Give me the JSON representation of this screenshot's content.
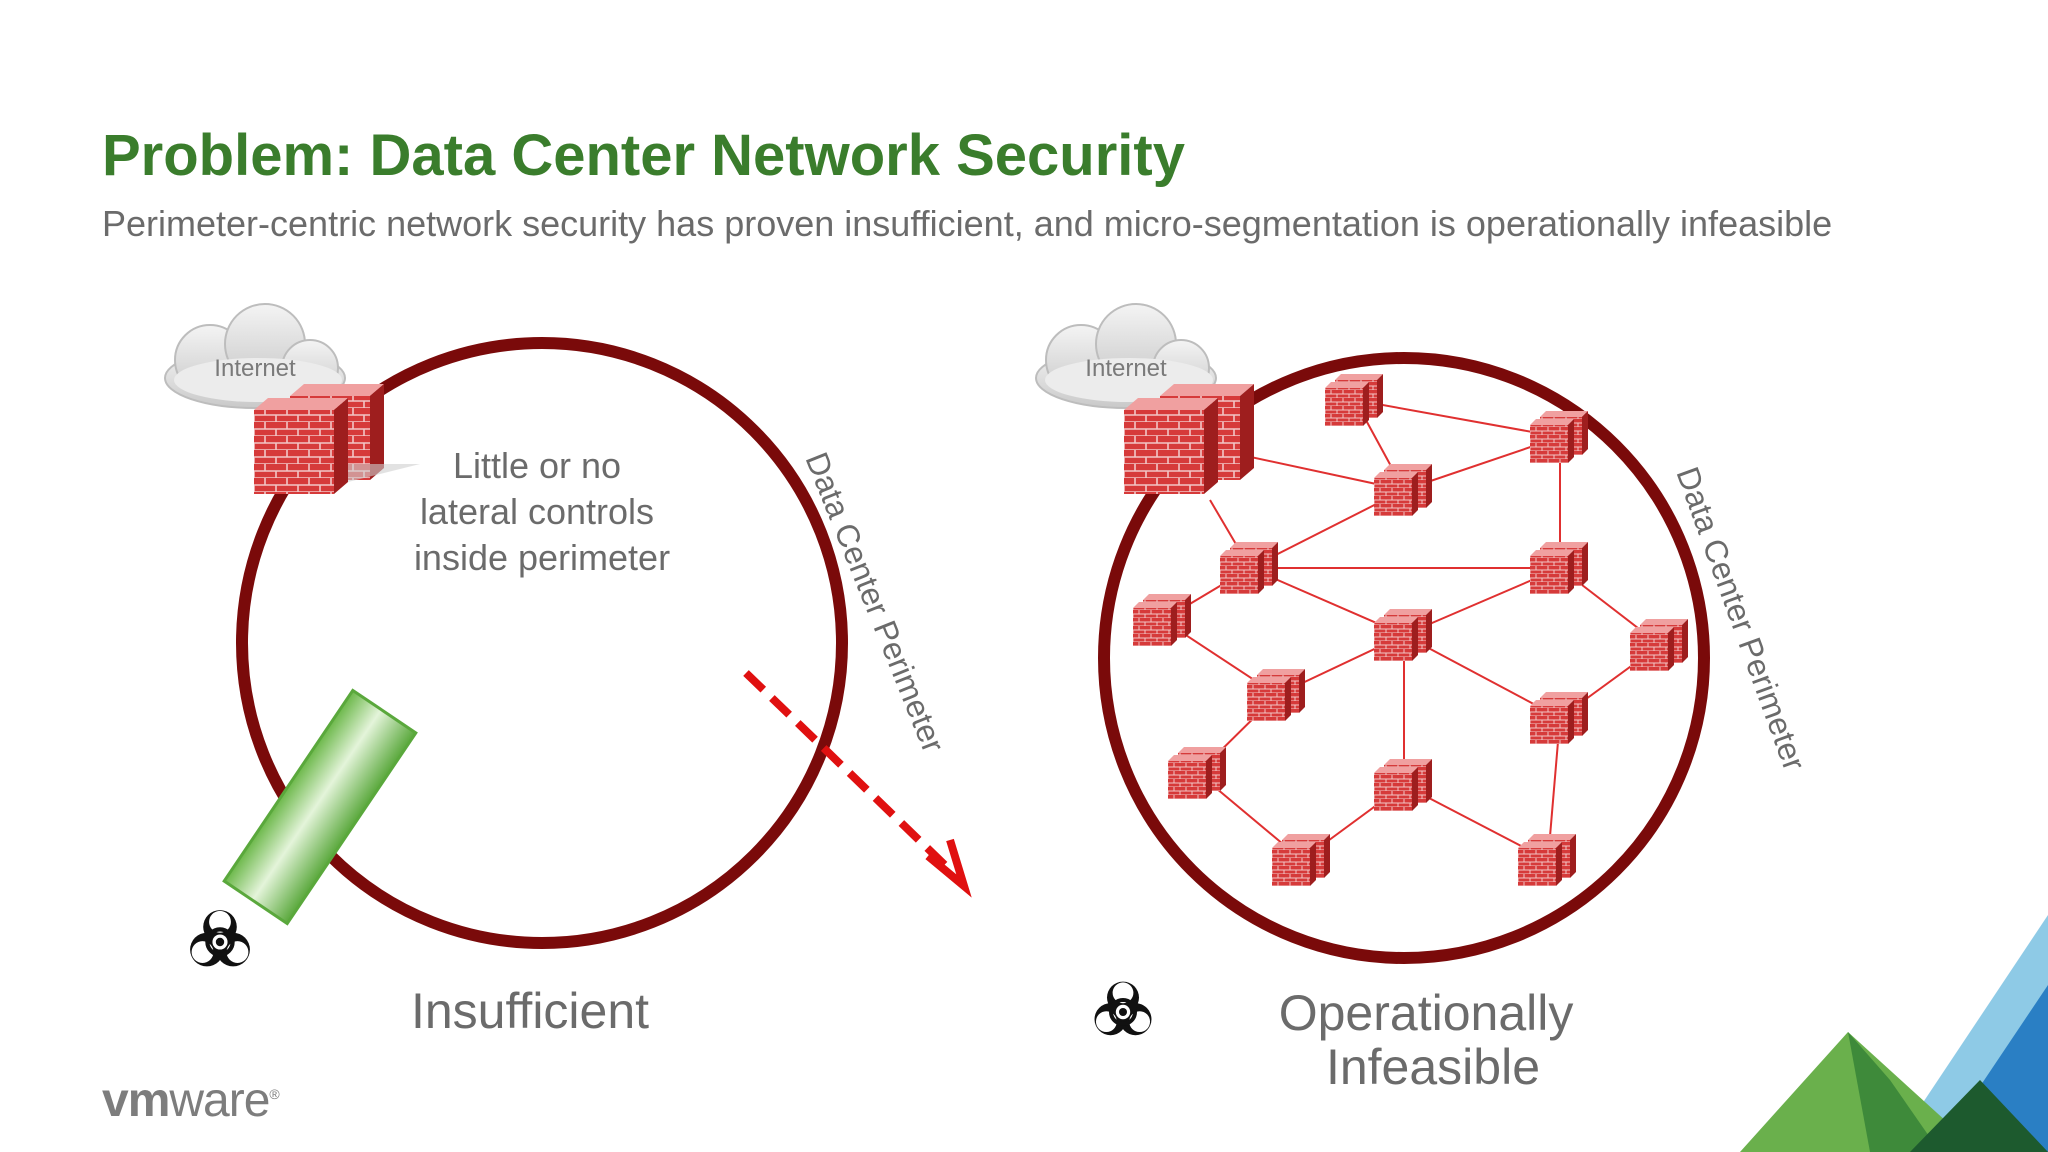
{
  "slide": {
    "title": "Problem: Data Center Network Security",
    "subtitle": "Perimeter-centric network security has proven insufficient, and micro-segmentation is operationally infeasible"
  },
  "left_diagram": {
    "cloud_label": "Internet",
    "inner_text": [
      "Little or no",
      "lateral controls",
      "inside perimeter"
    ],
    "perimeter_label": "Data Center Perimeter",
    "caption": "Insufficient"
  },
  "right_diagram": {
    "cloud_label": "Internet",
    "perimeter_label": "Data Center Perimeter",
    "caption": [
      "Operationally",
      "Infeasible"
    ]
  },
  "brand": {
    "logo_bold": "vm",
    "logo_rest": "ware",
    "registered": "®"
  },
  "colors": {
    "title_green": "#3a7d2c",
    "perimeter_red": "#7a0a0a",
    "firewall_red": "#d63a3a",
    "arrow_red": "#e01010",
    "text_gray": "#6b6b6b",
    "corner_green": "#6ab04c",
    "corner_blue": "#3a9ad9"
  },
  "icons": [
    "cloud-icon",
    "firewall-icon",
    "biohazard-icon",
    "green-cylinder-icon",
    "breach-arrow-icon"
  ]
}
